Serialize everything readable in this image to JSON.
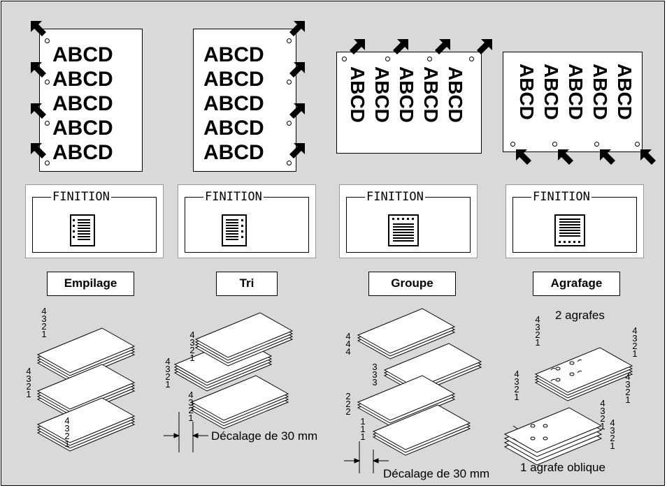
{
  "sample_text": "ABCD",
  "panel_title": "FINITION",
  "modes": {
    "empilage": "Empilage",
    "tri": "Tri",
    "groupe": "Groupe",
    "agrafage": "Agrafage"
  },
  "numbers": {
    "n1": "1",
    "n2": "2",
    "n3": "3",
    "n4": "4"
  },
  "labels": {
    "offset_label": "Décalage de 30 mm",
    "two_staples": "2 agrafes",
    "one_staple_oblique": "1 agrafe oblique"
  },
  "icons": [
    "arrow-icon",
    "punch-hole-icon",
    "finition-page-icon",
    "paper-stack-icon",
    "staple-icon"
  ]
}
